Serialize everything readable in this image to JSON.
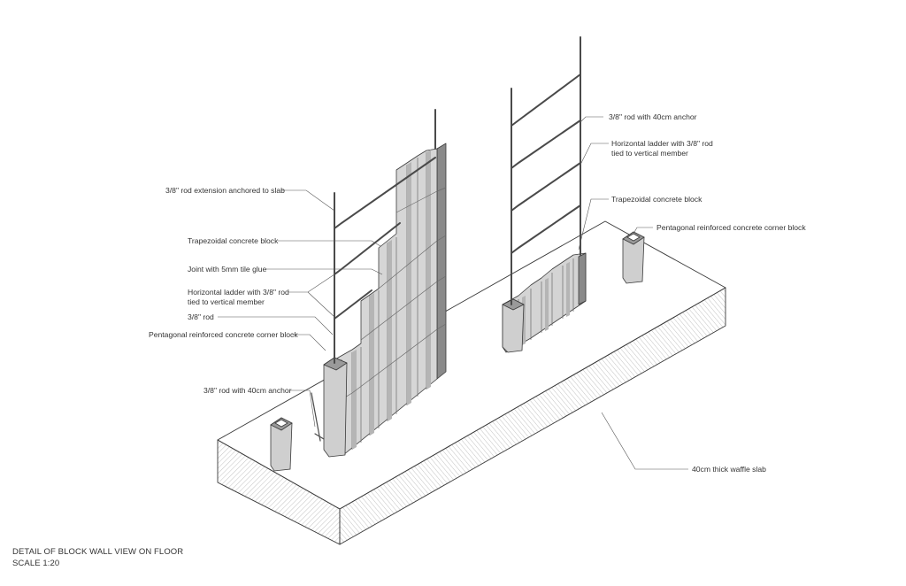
{
  "drawing": {
    "title": "DETAIL OF BLOCK WALL VIEW ON FLOOR",
    "scale": "SCALE 1:20"
  },
  "labels": {
    "left_rod_extension": "3/8\" rod extension anchored to slab",
    "left_trapezoidal_block": "Trapezoidal concrete block",
    "left_joint": "Joint with 5mm tile glue",
    "left_ladder_line1": "Horizontal ladder with 3/8\" rod",
    "left_ladder_line2": "tied to vertical member",
    "left_rod": "3/8\" rod",
    "left_corner_block": "Pentagonal reinforced concrete corner block",
    "left_rod_anchor": "3/8\" rod with 40cm anchor",
    "right_rod_anchor": "3/8\" rod with 40cm anchor",
    "right_ladder_line1": "Horizontal ladder with 3/8\" rod",
    "right_ladder_line2": "tied to vertical member",
    "right_trapezoidal_block": "Trapezoidal concrete block",
    "right_corner_block": "Pentagonal reinforced concrete corner block",
    "slab": "40cm thick waffle slab"
  },
  "colors": {
    "line": "#3a3a3a",
    "block_light": "#d9d9d9",
    "block_mid": "#bdbdbd",
    "block_dark": "#8a8a8a",
    "rod": "#4a4a4a",
    "slab_hatch": "#9a9a9a"
  }
}
